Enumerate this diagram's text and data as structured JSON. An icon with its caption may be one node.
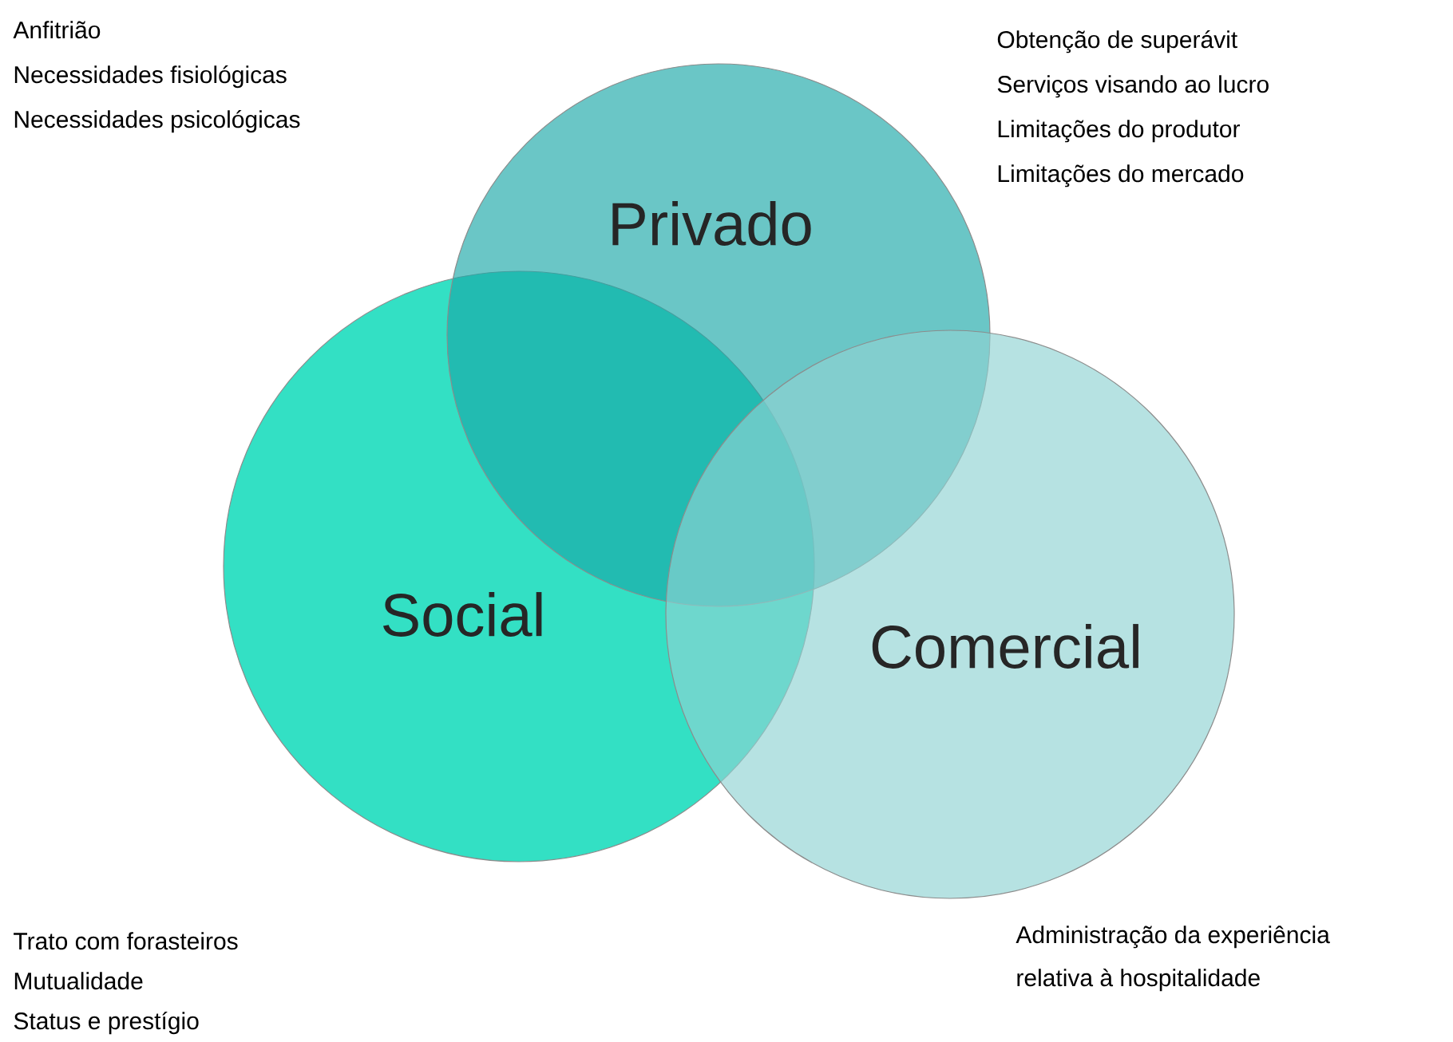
{
  "diagram": {
    "nodes": [
      {
        "text": [
          "Social"
        ]
      },
      {
        "text": [
          "Privado"
        ]
      },
      {
        "text": [
          "Comercial"
        ]
      }
    ],
    "labels": [
      "Anfitrião",
      "Necessidades fisiológicas",
      "Necessidades psicológicas",
      "Obtenção de superávit",
      "Serviços visando ao lucro",
      "Limitações do produtor",
      "Limitações do mercado",
      "Trato com forasteiros",
      "Mutualidade",
      "Status e prestígio",
      "Administração da experiência",
      "relativa à hospitalidade"
    ]
  }
}
